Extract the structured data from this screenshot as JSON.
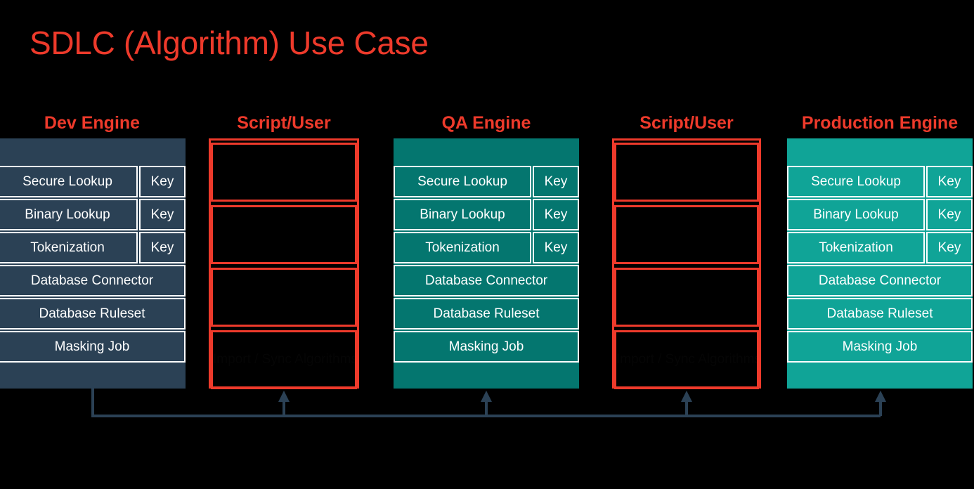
{
  "page": {
    "title": "SDLC (Algorithm) Use Case",
    "background": "#000000"
  },
  "colors": {
    "accent_red": "#ee3a2b",
    "dev_engine": "#2b4155",
    "qa_engine": "#04766f",
    "production_engine": "#10a497",
    "connector": "#2b4155",
    "cell_border": "#ffffff",
    "text": "#ffffff"
  },
  "labels": {
    "key": "Key",
    "secure_lookup": "Secure Lookup",
    "binary_lookup": "Binary Lookup",
    "tokenization": "Tokenization",
    "database_connector": "Database Connector",
    "database_ruleset": "Database Ruleset",
    "masking_job": "Masking Job",
    "script_slot_hidden": "Import / Sync Algorithms"
  },
  "columns": [
    {
      "id": "dev-engine",
      "kind": "engine",
      "header": "Dev Engine",
      "theme": "eng-dev",
      "rows": [
        {
          "main": "Secure Lookup",
          "key": "Key"
        },
        {
          "main": "Binary Lookup",
          "key": "Key"
        },
        {
          "main": "Tokenization",
          "key": "Key"
        },
        {
          "main": "Database Connector",
          "key": ""
        },
        {
          "main": "Database Ruleset",
          "key": ""
        },
        {
          "main": "Masking Job",
          "key": ""
        }
      ]
    },
    {
      "id": "script-user-1",
      "kind": "script",
      "header": "Script/User",
      "slots": [
        "",
        "",
        "",
        "Import / Sync Algorithms"
      ]
    },
    {
      "id": "qa-engine",
      "kind": "engine",
      "header": "QA Engine",
      "theme": "eng-qa",
      "rows": [
        {
          "main": "Secure Lookup",
          "key": "Key"
        },
        {
          "main": "Binary Lookup",
          "key": "Key"
        },
        {
          "main": "Tokenization",
          "key": "Key"
        },
        {
          "main": "Database Connector",
          "key": ""
        },
        {
          "main": "Database Ruleset",
          "key": ""
        },
        {
          "main": "Masking Job",
          "key": ""
        }
      ]
    },
    {
      "id": "script-user-2",
      "kind": "script",
      "header": "Script/User",
      "slots": [
        "",
        "",
        "",
        "Import / Sync Algorithms"
      ]
    },
    {
      "id": "production-engine",
      "kind": "engine",
      "header": "Production Engine",
      "theme": "eng-prod",
      "rows": [
        {
          "main": "Secure Lookup",
          "key": "Key"
        },
        {
          "main": "Binary Lookup",
          "key": "Key"
        },
        {
          "main": "Tokenization",
          "key": "Key"
        },
        {
          "main": "Database Connector",
          "key": ""
        },
        {
          "main": "Database Ruleset",
          "key": ""
        },
        {
          "main": "Masking Job",
          "key": ""
        }
      ]
    }
  ],
  "connector": {
    "description": "bus line from Dev Engine to three arrow heads",
    "arrow_targets": [
      "script-user-1",
      "qa-engine",
      "script-user-2",
      "production-engine"
    ]
  }
}
